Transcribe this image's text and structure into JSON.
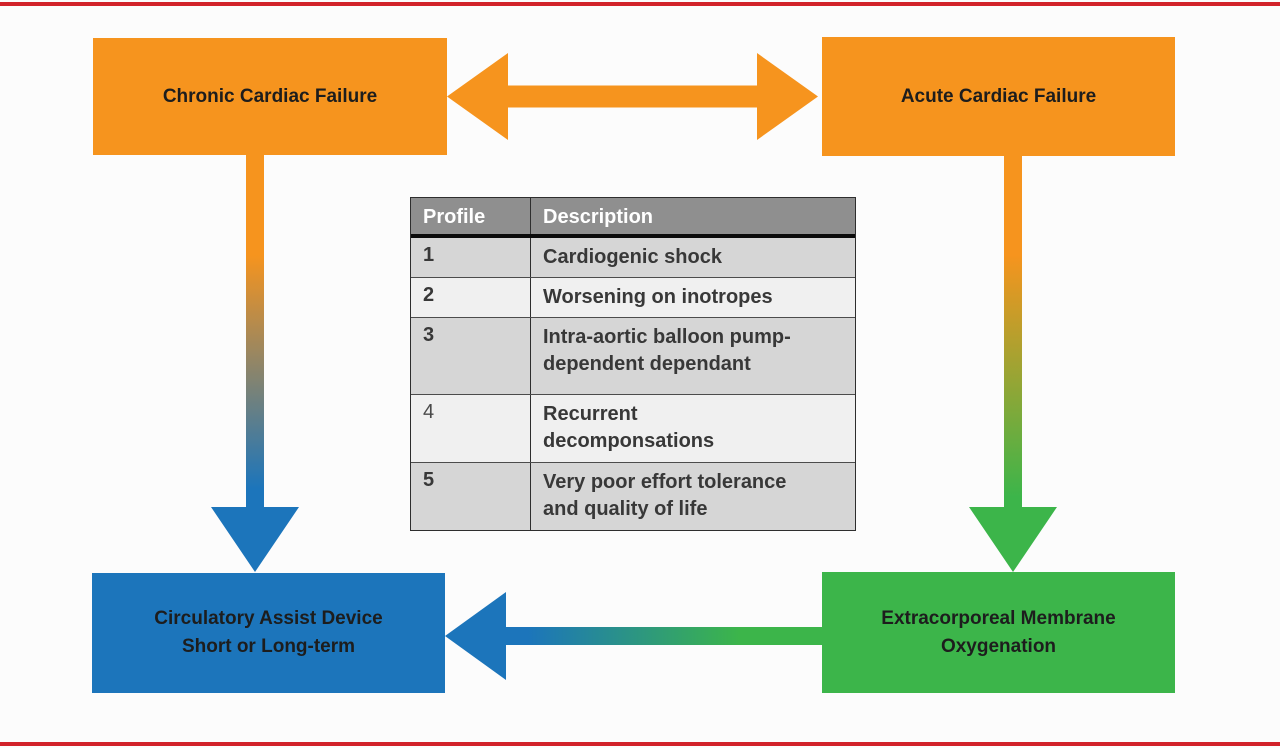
{
  "page": {
    "background": "#fcfcfc",
    "frame_rule_color": "#D2232A"
  },
  "colors": {
    "orange": "#F6941E",
    "blue": "#1C75BB",
    "green": "#3CB54A",
    "table_header_bg": "#8F8F8F",
    "table_row_dark": "#D6D6D6",
    "table_row_light": "#F0F0F0"
  },
  "nodes": {
    "chronic": {
      "label": "Chronic Cardiac Failure",
      "color": "#F6941E"
    },
    "acute": {
      "label": "Acute Cardiac Failure",
      "color": "#F6941E"
    },
    "assist": {
      "label": "Circulatory Assist Device\nShort or Long-term",
      "color": "#1C75BB"
    },
    "ecmo": {
      "label": "Extracorporeal Membrane\nOxygenation",
      "color": "#3CB54A"
    }
  },
  "arrows": {
    "chronic_acute": {
      "from": "Chronic Cardiac Failure",
      "to": "Acute Cardiac Failure",
      "style": "double-headed",
      "color": "#F6941E"
    },
    "chronic_to_assist": {
      "from": "Chronic Cardiac Failure",
      "to": "Circulatory Assist Device Short or Long-term",
      "gradient": [
        "#F6941E",
        "#1C75BB"
      ]
    },
    "acute_to_ecmo": {
      "from": "Acute Cardiac Failure",
      "to": "Extracorporeal Membrane Oxygenation",
      "gradient": [
        "#F6941E",
        "#3CB54A"
      ]
    },
    "ecmo_to_assist": {
      "from": "Extracorporeal Membrane Oxygenation",
      "to": "Circulatory Assist Device Short or Long-term",
      "gradient": [
        "#1C75BB",
        "#3CB54A"
      ]
    }
  },
  "table": {
    "headers": {
      "profile": "Profile",
      "description": "Description"
    },
    "rows": [
      {
        "profile": "1",
        "description": "Cardiogenic shock",
        "profile_bold": true,
        "shade": "dark",
        "height": "s"
      },
      {
        "profile": "2",
        "description": "Worsening on inotropes",
        "profile_bold": true,
        "shade": "light",
        "height": "s"
      },
      {
        "profile": "3",
        "description": "Intra-aortic balloon pump-\ndependent dependant",
        "profile_bold": true,
        "shade": "dark",
        "height": "l"
      },
      {
        "profile": "4",
        "description": "Recurrent\ndecomponsations",
        "profile_bold": false,
        "shade": "light",
        "height": "m"
      },
      {
        "profile": "5",
        "description": "Very poor effort tolerance\nand quality of life",
        "profile_bold": true,
        "shade": "dark",
        "height": "m"
      }
    ]
  }
}
